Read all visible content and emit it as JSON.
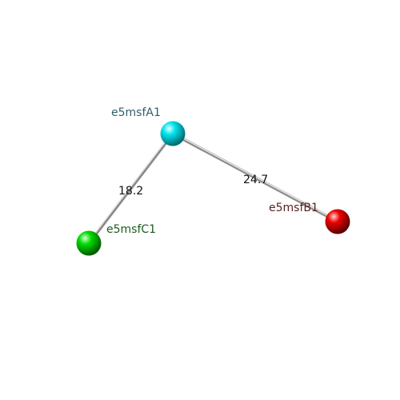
{
  "nodes": [
    {
      "id": "A",
      "label": "e5msfA1",
      "color": "#00e5ee",
      "label_color": "#2f5f66"
    },
    {
      "id": "B",
      "label": "e5msfB1",
      "color": "#ee0000",
      "label_color": "#5a1f1f"
    },
    {
      "id": "C",
      "label": "e5msfC1",
      "color": "#00dd00",
      "label_color": "#1f5a1f"
    }
  ],
  "edges": [
    {
      "from": "A",
      "to": "C",
      "label": "18.2"
    },
    {
      "from": "A",
      "to": "B",
      "label": "24.7"
    }
  ]
}
